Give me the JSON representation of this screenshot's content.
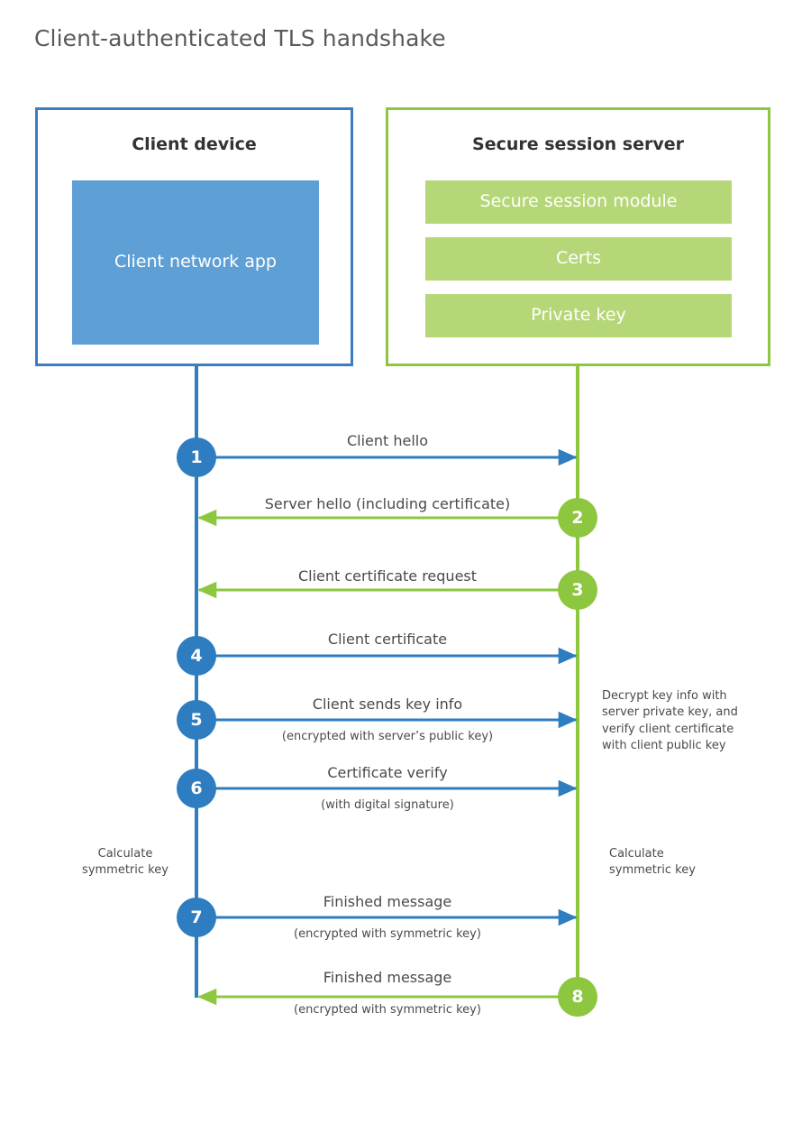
{
  "diagram": {
    "title": "Client-authenticated TLS handshake",
    "colors": {
      "client_accent": "#3B7DBF",
      "client_fill": "#5E9FD6",
      "client_bubble": "#2E7DC0",
      "server_accent": "#8DC63F",
      "server_fill": "#B5D777",
      "server_bubble": "#8DC63F",
      "text": "#4a4a4a",
      "title_text": "#5a5a5a",
      "background": "#ffffff"
    }
  },
  "actors": {
    "client": {
      "title": "Client device",
      "blocks": [
        {
          "label": "Client network app"
        }
      ]
    },
    "server": {
      "title": "Secure session server",
      "blocks": [
        {
          "label": "Secure session module"
        },
        {
          "label": "Certs"
        },
        {
          "label": "Private key"
        }
      ]
    }
  },
  "steps": [
    {
      "number": "1",
      "label": "Client hello",
      "sub": "",
      "direction": "client-to-server",
      "origin": "client"
    },
    {
      "number": "2",
      "label": "Server hello (including certificate)",
      "sub": "",
      "direction": "server-to-client",
      "origin": "server"
    },
    {
      "number": "3",
      "label": "Client certificate request",
      "sub": "",
      "direction": "server-to-client",
      "origin": "server"
    },
    {
      "number": "4",
      "label": "Client certificate",
      "sub": "",
      "direction": "client-to-server",
      "origin": "client"
    },
    {
      "number": "5",
      "label": "Client sends key info",
      "sub": "(encrypted with server’s public key)",
      "direction": "client-to-server",
      "origin": "client"
    },
    {
      "number": "6",
      "label": "Certificate verify",
      "sub": "(with digital signature)",
      "direction": "client-to-server",
      "origin": "client"
    },
    {
      "number": "7",
      "label": "Finished message",
      "sub": "(encrypted with symmetric key)",
      "direction": "client-to-server",
      "origin": "client"
    },
    {
      "number": "8",
      "label": "Finished message",
      "sub": "(encrypted with symmetric key)",
      "direction": "server-to-client",
      "origin": "server"
    }
  ],
  "annotations": {
    "server_decrypt": "Decrypt key info with server private key, and verify client certificate with client public key",
    "server_decrypt_lines": [
      "Decrypt key info with",
      "server private key, and",
      "verify client certificate",
      "with client public key"
    ],
    "client_calc_lines": [
      "Calculate",
      "symmetric key"
    ],
    "server_calc_lines": [
      "Calculate",
      "symmetric key"
    ]
  }
}
